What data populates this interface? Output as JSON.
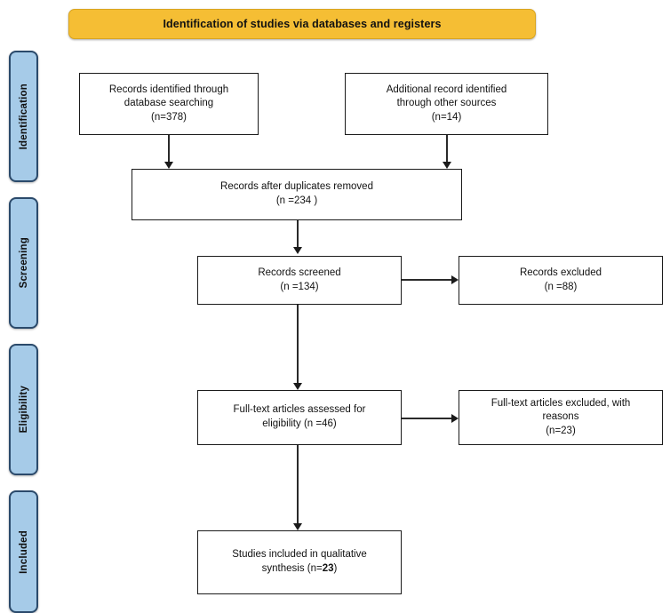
{
  "banner": {
    "title": "Identification of studies via databases and registers",
    "color": "#f5be34"
  },
  "stage_labels": [
    {
      "name": "identification",
      "label": "Identification"
    },
    {
      "name": "screening",
      "label": "Screening"
    },
    {
      "name": "eligibility",
      "label": "Eligibility"
    },
    {
      "name": "included",
      "label": "Included"
    }
  ],
  "stage_label_color": "#a6cbe8",
  "boxes": {
    "database_search": {
      "line1": "Records identified through",
      "line2": "database searching",
      "line3": "(n=378)"
    },
    "other_sources": {
      "line1": "Additional record identified",
      "line2": "through other sources",
      "line3": "(n=14)"
    },
    "duplicates_removed": {
      "line1": "Records after duplicates removed",
      "line2": "(n =234 )"
    },
    "records_screened": {
      "line1": "Records screened",
      "line2": "(n =134)"
    },
    "records_excluded": {
      "line1": "Records excluded",
      "line2": "(n =88)"
    },
    "fulltext_assessed": {
      "line1": "Full-text articles assessed for",
      "line2": "eligibility (n =46)"
    },
    "fulltext_excluded": {
      "line1": "Full-text articles excluded, with",
      "line2": "reasons",
      "line3": "(n=23)"
    },
    "studies_included": {
      "line1": "Studies included in qualitative",
      "line2_prefix": "synthesis (n=",
      "line2_bold": "23",
      "line2_suffix": ")"
    }
  },
  "chart_data": {
    "type": "diagram",
    "title": "Identification of studies via databases and registers",
    "nodes": [
      {
        "id": "database_search",
        "stage": "Identification",
        "label": "Records identified through database searching",
        "n": 378
      },
      {
        "id": "other_sources",
        "stage": "Identification",
        "label": "Additional record identified through other sources",
        "n": 14
      },
      {
        "id": "duplicates_removed",
        "stage": "Identification",
        "label": "Records after duplicates removed",
        "n": 234
      },
      {
        "id": "records_screened",
        "stage": "Screening",
        "label": "Records screened",
        "n": 134
      },
      {
        "id": "records_excluded",
        "stage": "Screening",
        "label": "Records excluded",
        "n": 88
      },
      {
        "id": "fulltext_assessed",
        "stage": "Eligibility",
        "label": "Full-text articles assessed for eligibility",
        "n": 46
      },
      {
        "id": "fulltext_excluded",
        "stage": "Eligibility",
        "label": "Full-text articles excluded, with reasons",
        "n": 23
      },
      {
        "id": "studies_included",
        "stage": "Included",
        "label": "Studies included in qualitative synthesis",
        "n": 23
      }
    ],
    "edges": [
      {
        "from": "database_search",
        "to": "duplicates_removed"
      },
      {
        "from": "other_sources",
        "to": "duplicates_removed"
      },
      {
        "from": "duplicates_removed",
        "to": "records_screened"
      },
      {
        "from": "records_screened",
        "to": "records_excluded"
      },
      {
        "from": "records_screened",
        "to": "fulltext_assessed"
      },
      {
        "from": "fulltext_assessed",
        "to": "fulltext_excluded"
      },
      {
        "from": "fulltext_assessed",
        "to": "studies_included"
      }
    ]
  }
}
